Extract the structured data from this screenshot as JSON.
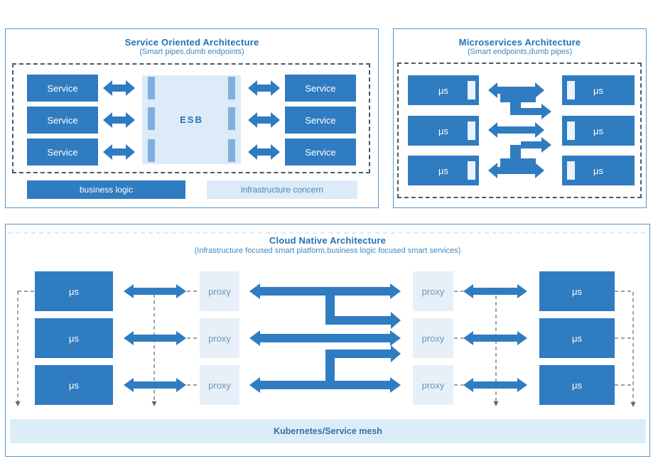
{
  "colors": {
    "primary_blue": "#307cc1",
    "light_blue_fill": "#dcebf7",
    "esb_bar_blue": "#7fb0dd",
    "panel_border": "#4f96cf",
    "title_blue": "#2272b5",
    "subtitle_blue": "#4187bf",
    "dashed_dark": "#4a5a64",
    "dashed_gray": "#5a6a74",
    "proxy_text": "#6e95b4",
    "k8s_fill": "#ddedf8"
  },
  "soa": {
    "title": "Service Oriented Architecture",
    "subtitle": "(Smart pipes,dumb endpoints)",
    "services_left": [
      "Service",
      "Service",
      "Service"
    ],
    "services_right": [
      "Service",
      "Service",
      "Service"
    ],
    "esb_label": "ESB",
    "legend": {
      "business": "business logic",
      "infrastructure": "infrastructure concern"
    }
  },
  "microservices": {
    "title": "Microservices Architecture",
    "subtitle": "(Smart endpoints,dumb pipes)",
    "units_left": [
      "μs",
      "μs",
      "μs"
    ],
    "units_right": [
      "μs",
      "μs",
      "μs"
    ]
  },
  "cloud": {
    "title": "Cloud Native Architecture",
    "subtitle": "(Infrastructure focused smart platform,business logic focused smart services)",
    "units_left": [
      "μs",
      "μs",
      "μs"
    ],
    "proxies_left": [
      "proxy",
      "proxy",
      "proxy"
    ],
    "proxies_right": [
      "proxy",
      "proxy",
      "proxy"
    ],
    "units_right": [
      "μs",
      "μs",
      "μs"
    ],
    "platform_label": "Kubernetes/Service mesh"
  }
}
